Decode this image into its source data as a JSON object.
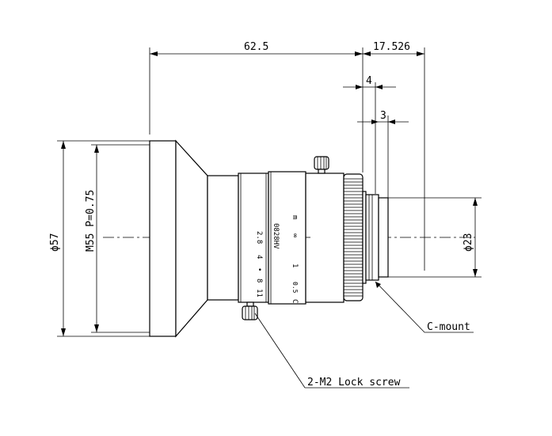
{
  "drawing": {
    "dimensions": {
      "length_front": "62.5",
      "flange_back": "17.526",
      "mount_depth_a": "4",
      "mount_depth_b": "3",
      "front_diameter": "ϕ57",
      "filter_thread": "M55 P=0.75",
      "mount_diameter": "ϕ23"
    },
    "callouts": {
      "mount": "C-mount",
      "lock_screw": "2-M2 Lock screw"
    },
    "lens_markings": {
      "model": "0828HV",
      "focus_unit": "m",
      "focus_infinity": "∞",
      "focus_1": "1",
      "focus_05": "0.5",
      "focus_c": "C",
      "aperture_28": "2.8",
      "aperture_4": "4",
      "aperture_dot": "•",
      "aperture_8": "8",
      "aperture_11": "11"
    }
  }
}
